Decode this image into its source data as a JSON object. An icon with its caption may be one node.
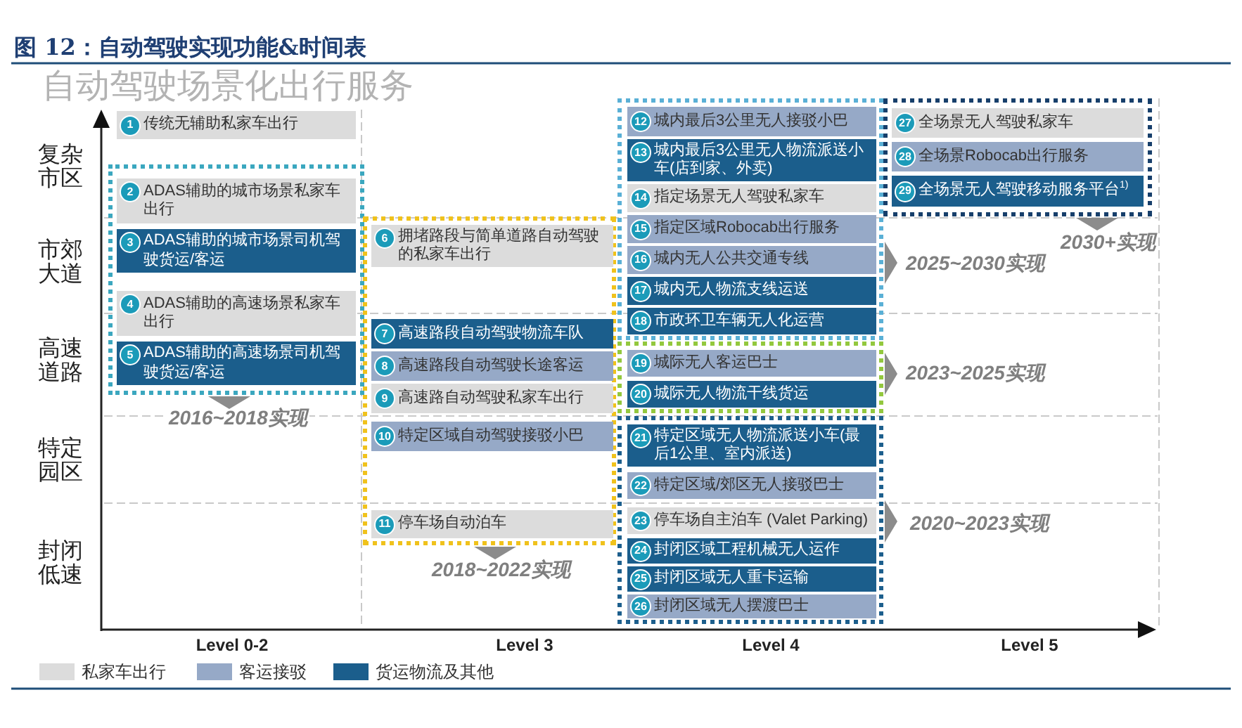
{
  "diagram": {
    "title": "图 12：自动驾驶实现功能&时间表",
    "nodes": [
      {
        "text": [
          "1",
          "传统无辅助私家车出行"
        ]
      },
      {
        "text": [],
        "shape": "box",
        "beside": [
          "2016~2018实现"
        ]
      },
      {
        "text": [
          "2",
          "ADAS辅助的城市场景私家车出行"
        ],
        "in": 1
      },
      {
        "text": [
          "3",
          "ADAS辅助的城市场景司机驾驶货运/客运"
        ],
        "in": 1
      },
      {
        "text": [
          "4",
          "ADAS辅助的高速场景私家车出行"
        ],
        "in": 1
      },
      {
        "text": [
          "5",
          "ADAS辅助的高速场景司机驾驶货运/客运"
        ],
        "in": 1
      },
      {
        "text": [],
        "shape": "box",
        "beside": [
          "2018~2022实现"
        ]
      },
      {
        "text": [
          "6",
          "拥堵路段与简单道路自动驾驶的私家车出行"
        ],
        "in": 6
      },
      {
        "text": [
          "7",
          "高速路段自动驾驶物流车队"
        ],
        "in": 6
      },
      {
        "text": [
          "8",
          "高速路段自动驾驶长途客运"
        ],
        "in": 6
      },
      {
        "text": [
          "9",
          "高速路自动驾驶私家车出行"
        ],
        "in": 6
      },
      {
        "text": [
          "10",
          "特定区域自动驾驶接驳小巴"
        ],
        "in": 6
      },
      {
        "text": [
          "11",
          "停车场自动泊车"
        ],
        "in": 6
      },
      {
        "text": [],
        "shape": "box",
        "beside": [
          "2025~2030实现"
        ]
      },
      {
        "text": [
          "12",
          "城内最后3公里无人接驳小巴"
        ],
        "in": 13
      },
      {
        "text": [
          "13",
          "城内最后3公里无人物流派送小车(店到家、外卖)"
        ],
        "in": 13
      },
      {
        "text": [
          "14",
          "指定场景无人驾驶私家车"
        ],
        "in": 13
      },
      {
        "text": [
          "15",
          "指定区域Robocab出行服务"
        ],
        "in": 13
      },
      {
        "text": [
          "16",
          "城内无人公共交通专线"
        ],
        "in": 13
      },
      {
        "text": [
          "17",
          "城内无人物流支线运送"
        ],
        "in": 13
      },
      {
        "text": [
          "18",
          "市政环卫车辆无人化运营"
        ],
        "in": 13
      },
      {
        "text": [],
        "shape": "box",
        "beside": [
          "2023~2025实现"
        ]
      },
      {
        "text": [
          "19",
          "城际无人客运巴士"
        ],
        "in": 21
      },
      {
        "text": [
          "20",
          "城际无人物流干线货运"
        ],
        "in": 21
      },
      {
        "text": [],
        "shape": "box",
        "beside": [
          "2020~2023实现"
        ]
      },
      {
        "text": [
          "21",
          "特定区域无人物流派送小车(最后1公里、室内派送)"
        ],
        "in": 24
      },
      {
        "text": [
          "22",
          "特定区域/郊区无人接驳巴士"
        ],
        "in": 24
      },
      {
        "text": [
          "23",
          "停车场自主泊车 (Valet Parking)"
        ],
        "in": 24
      },
      {
        "text": [
          "24",
          "封闭区域工程机械无人运作"
        ],
        "in": 24
      },
      {
        "text": [
          "25",
          "封闭区域无人重卡运输"
        ],
        "in": 24
      },
      {
        "text": [
          "26",
          "封闭区域无人摆渡巴士"
        ],
        "in": 24
      },
      {
        "text": [],
        "shape": "box",
        "beside": [
          "2030+实现"
        ]
      },
      {
        "text": [
          "27",
          "全场景无人驾驶私家车"
        ],
        "in": 31
      },
      {
        "text": [
          "28",
          "全场景Robocab出行服务"
        ],
        "in": 31
      },
      {
        "text": [
          "29",
          "全场景无人驾驶移动服务平台$^{1)}$"
        ],
        "in": 31
      }
    ],
    "labels": [
      "自动驾驶场景化出行服务",
      "复杂市区",
      "市郊大道",
      "高速道路",
      "特定园区",
      "封闭低速",
      "Level 0-2",
      "Level 3",
      "Level 4",
      "Level 5"
    ],
    "legend": [
      {
        "text": "私家车出行",
        "color": "#dcdcdc"
      },
      {
        "text": "客运接驳",
        "color": "#96a9c7"
      },
      {
        "text": "货运物流及其他",
        "color": "#1b5e8c"
      }
    ]
  }
}
